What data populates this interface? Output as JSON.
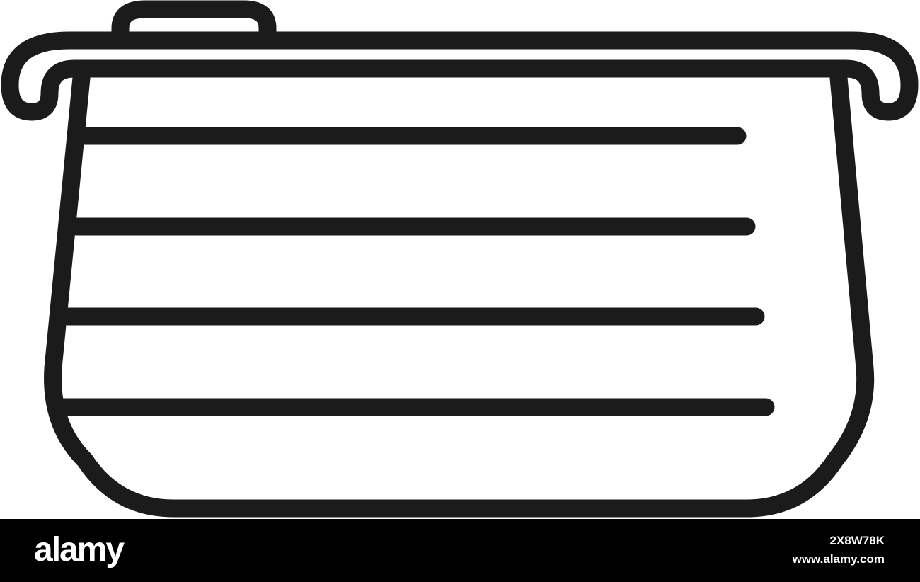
{
  "illustration": {
    "subject": "pot-outline-icon",
    "stroke_color": "#1b1b1b",
    "background_color": "#ffffff",
    "ridge_count": 4
  },
  "watermark": {
    "brand": "alamy",
    "image_id": "2X8W78K",
    "site": "www.alamy.com",
    "bar_color": "#000000",
    "text_color": "#ffffff"
  }
}
